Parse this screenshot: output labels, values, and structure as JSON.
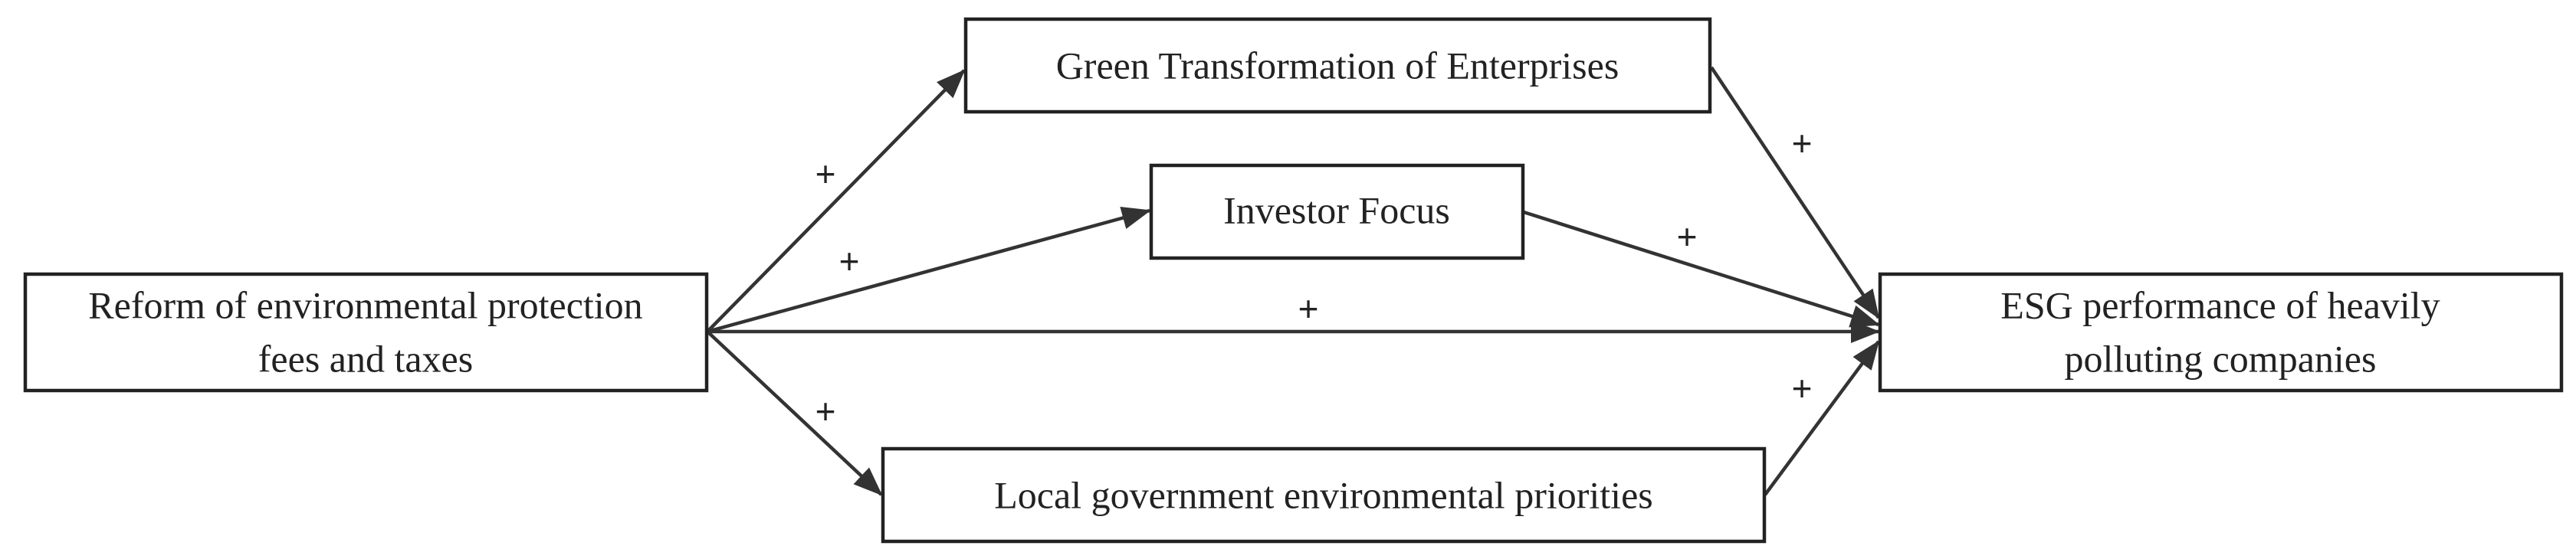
{
  "nodes": {
    "reform": {
      "lines": [
        "Reform of environmental protection",
        "fees and taxes"
      ]
    },
    "green": {
      "lines": [
        "Green Transformation of Enterprises"
      ]
    },
    "investor": {
      "lines": [
        "Investor Focus"
      ]
    },
    "local_gov": {
      "lines": [
        "Local government environmental priorities"
      ]
    },
    "esg": {
      "lines": [
        "ESG performance of heavily",
        "polluting companies"
      ]
    }
  },
  "edges": [
    {
      "from": "reform",
      "to": "green",
      "label": "+"
    },
    {
      "from": "reform",
      "to": "investor",
      "label": "+"
    },
    {
      "from": "reform",
      "to": "esg",
      "label": "+"
    },
    {
      "from": "reform",
      "to": "local_gov",
      "label": "+"
    },
    {
      "from": "green",
      "to": "esg",
      "label": "+"
    },
    {
      "from": "investor",
      "to": "esg",
      "label": "+"
    },
    {
      "from": "local_gov",
      "to": "esg",
      "label": "+"
    }
  ]
}
